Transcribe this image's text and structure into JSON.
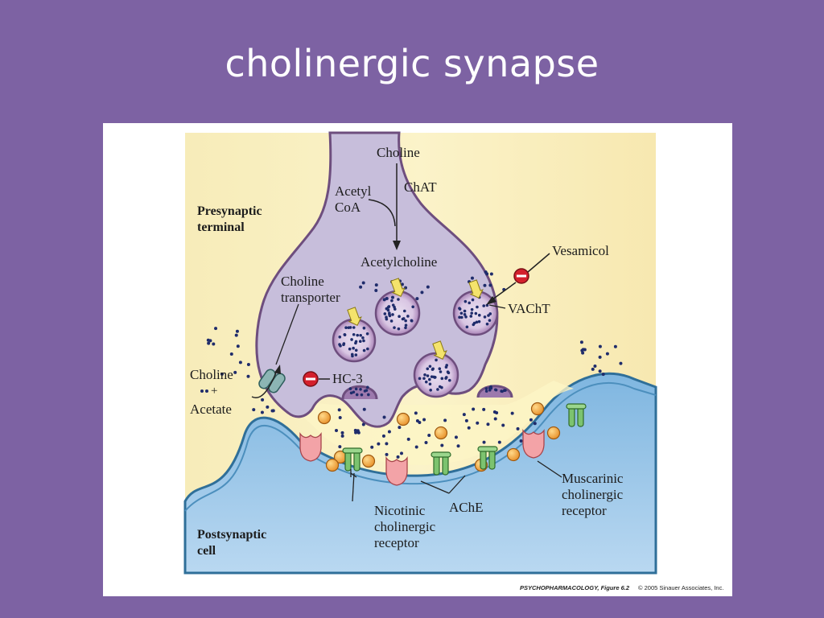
{
  "slide": {
    "title": "cholinergic synapse"
  },
  "figure": {
    "labels": {
      "presynaptic_line1": "Presynaptic",
      "presynaptic_line2": "terminal",
      "postsynaptic_line1": "Postsynaptic",
      "postsynaptic_line2": "cell",
      "choline_top": "Choline",
      "chat": "ChAT",
      "acetyl_coa_line1": "Acetyl",
      "acetyl_coa_line2": "CoA",
      "acetylcholine": "Acetylcholine",
      "vesamicol": "Vesamicol",
      "vacht": "VAChT",
      "choline_transporter_line1": "Choline",
      "choline_transporter_line2": "transporter",
      "hc3": "HC-3",
      "choline_left": "Choline",
      "plus": "+",
      "acetate": "Acetate",
      "nicotinic_line1": "Nicotinic",
      "nicotinic_line2": "cholinergic",
      "nicotinic_line3": "receptor",
      "ache": "AChE",
      "muscarinic_line1": "Muscarinic",
      "muscarinic_line2": "cholinergic",
      "muscarinic_line3": "receptor"
    },
    "credit": {
      "source": "PSYCHOPHARMACOLOGY, Figure 6.2",
      "copyright": "© 2005 Sinauer Associates, Inc."
    },
    "colors": {
      "slide_background": "#7d62a3",
      "terminal_fill": "#c7bedb",
      "terminal_stroke": "#6e4e7e",
      "postsynaptic_fill": "#8dbfe3",
      "cleft_fill": "#f9eeb0",
      "ache_orange": "#f4a53a",
      "nicotinic_green": "#7cc36f",
      "muscarinic_pink": "#f3a3a7",
      "inhibitor_red": "#d4202c",
      "transporter_teal": "#8cb5b4"
    }
  }
}
